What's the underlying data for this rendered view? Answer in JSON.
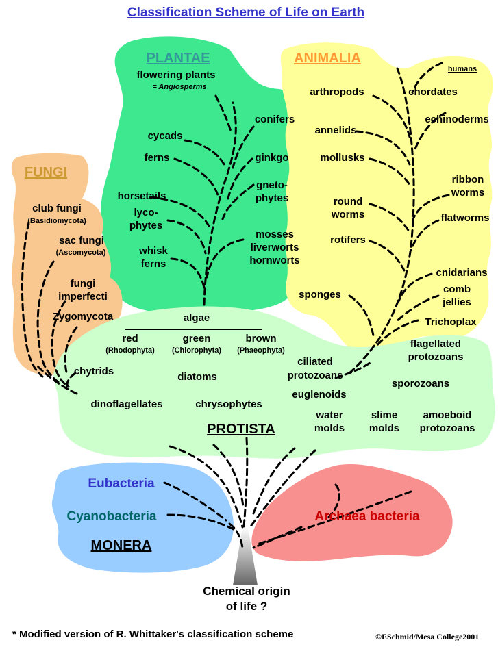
{
  "title": "Classification Scheme of Life on Earth",
  "colors": {
    "plantae": "#3ee88e",
    "animalia": "#ffff99",
    "fungi": "#f9c890",
    "protista": "#ccffcc",
    "monera": "#99ccff",
    "archaea": "#f99090",
    "title": "#3333cc",
    "eubacteria": "#3333cc",
    "cyanobacteria": "#006666",
    "archaea_text": "#cc0000",
    "plantae_heading": "#339999",
    "animalia_heading": "#ff9933",
    "fungi_heading": "#cc9933"
  },
  "plantae": {
    "heading": "PLANTAE",
    "flowering": "flowering plants",
    "angiosperms": "= Angiosperms",
    "conifers": "conifers",
    "cycads": "cycads",
    "ferns": "ferns",
    "ginkgo": "ginkgo",
    "gneto1": "gneto-",
    "gneto2": "phytes",
    "horsetails": "horsetails",
    "lyco1": "lyco-",
    "lyco2": "phytes",
    "mosses": "mosses",
    "liverworts": "liverworts",
    "hornworts": "hornworts",
    "whisk1": "whisk",
    "whisk2": "ferns"
  },
  "animalia": {
    "heading": "ANIMALIA",
    "humans": "humans",
    "arthropods": "arthropods",
    "chordates": "chordates",
    "annelids": "annelids",
    "echinoderms": "echinoderms",
    "mollusks": "mollusks",
    "ribbon1": "ribbon",
    "ribbon2": "worms",
    "round1": "round",
    "round2": "worms",
    "flatworms": "flatworms",
    "rotifers": "rotifers",
    "cnidarians": "cnidarians",
    "comb1": "comb",
    "comb2": "jellies",
    "sponges": "sponges",
    "trichoplax": "Trichoplax"
  },
  "fungi": {
    "heading": "FUNGI",
    "club": "club fungi",
    "basidio": "(Basidiomycota)",
    "sac": "sac fungi",
    "asco": "(Ascomycota)",
    "imp1": "fungi",
    "imp2": "imperfecti",
    "zygo": "Zygomycota"
  },
  "protista": {
    "heading": "PROTISTA",
    "algae": "algae",
    "red": "red",
    "rhodo": "(Rhodophyta)",
    "green": "green",
    "chloro": "(Chlorophyta)",
    "brown": "brown",
    "phaeo": "(Phaeophyta)",
    "flag1": "flagellated",
    "flag2": "protozoans",
    "cil1": "ciliated",
    "cil2": "protozoans",
    "chytrids": "chytrids",
    "diatoms": "diatoms",
    "sporozoans": "sporozoans",
    "euglenoids": "euglenoids",
    "dino": "dinoflagellates",
    "chryso": "chrysophytes",
    "water1": "water",
    "water2": "molds",
    "slime1": "slime",
    "slime2": "molds",
    "amoe1": "amoeboid",
    "amoe2": "protozoans"
  },
  "monera": {
    "heading": "MONERA",
    "eubacteria": "Eubacteria",
    "cyanobacteria": "Cyanobacteria",
    "archaea": "Archaea bacteria"
  },
  "origin1": "Chemical origin",
  "origin2": "of life ?",
  "footnote": "* Modified version of R. Whittaker's classification scheme",
  "copyright": "©ESchmid/Mesa College2001"
}
